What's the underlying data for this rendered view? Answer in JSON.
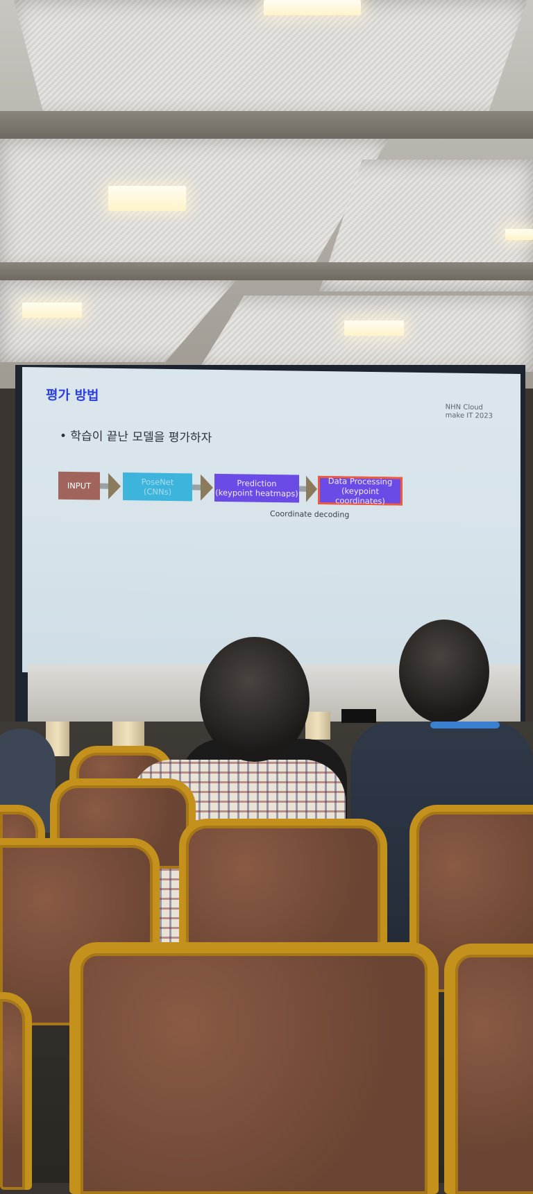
{
  "slide": {
    "title": "평가 방법",
    "brand_line1": "NHN Cloud",
    "brand_line2": "make IT 2023",
    "bullet": "• 학습이 끝난 모델을 평가하자",
    "pipeline": {
      "input": "INPUT",
      "posenet_line1": "PoseNet",
      "posenet_line2": "(CNNs)",
      "prediction_line1": "Prediction",
      "prediction_line2": "(keypoint heatmaps)",
      "processing_line1": "Data Processing",
      "processing_line2": "(keypoint coordinates)",
      "caption": "Coordinate decoding"
    }
  },
  "colors": {
    "title": "#2c3fe0",
    "input_box": "#a0645c",
    "posenet_box": "#3db4db",
    "prediction_box": "#6a4be6",
    "highlight_border": "#ee5a3c",
    "chair_frame": "#c4921c"
  }
}
